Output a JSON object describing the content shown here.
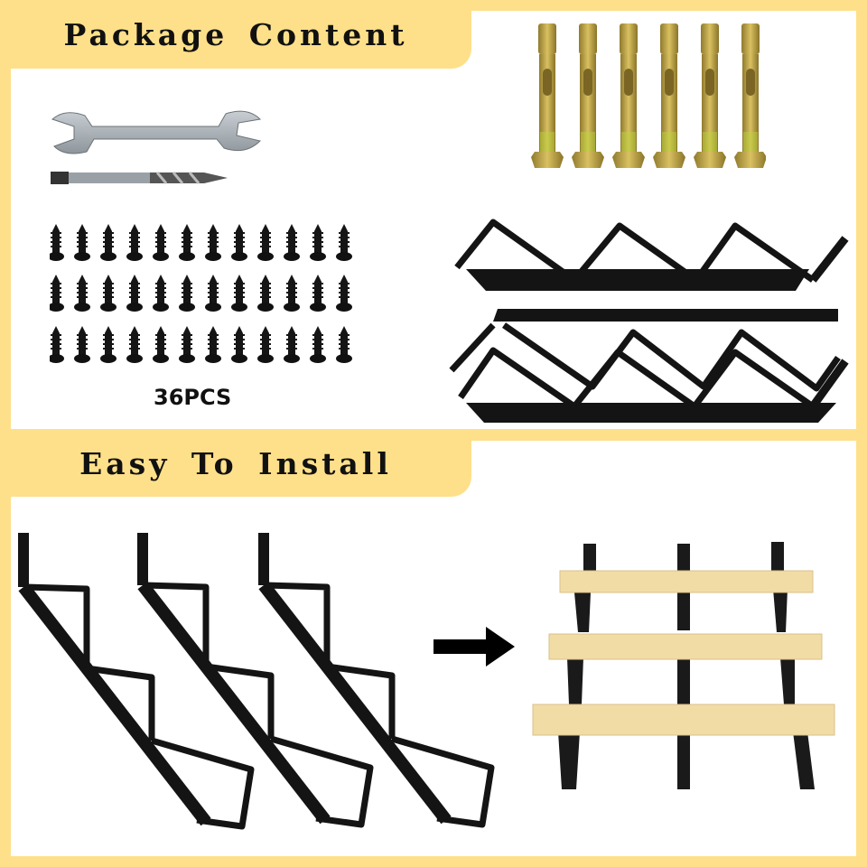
{
  "sections": {
    "package": {
      "title": "Package Content",
      "items": {
        "wrench": "open-end wrench",
        "drill_bit": "masonry drill bit",
        "screws": {
          "label": "36PCS",
          "rows": 3,
          "cols": 12
        },
        "anchor_bolts": {
          "count": 6
        },
        "stair_stringers": {
          "count": 3
        }
      }
    },
    "install": {
      "title": "Easy To Install",
      "before": {
        "stringers": 3
      },
      "after": {
        "treads": 3,
        "stringers": 3
      }
    }
  },
  "colors": {
    "frame": "#FFE08A",
    "panel": "#FFFFFF",
    "metal_black": "#141414",
    "wood": "#F2DCA6",
    "brass": "#C9A53A",
    "steel": "#A9B0B6"
  }
}
